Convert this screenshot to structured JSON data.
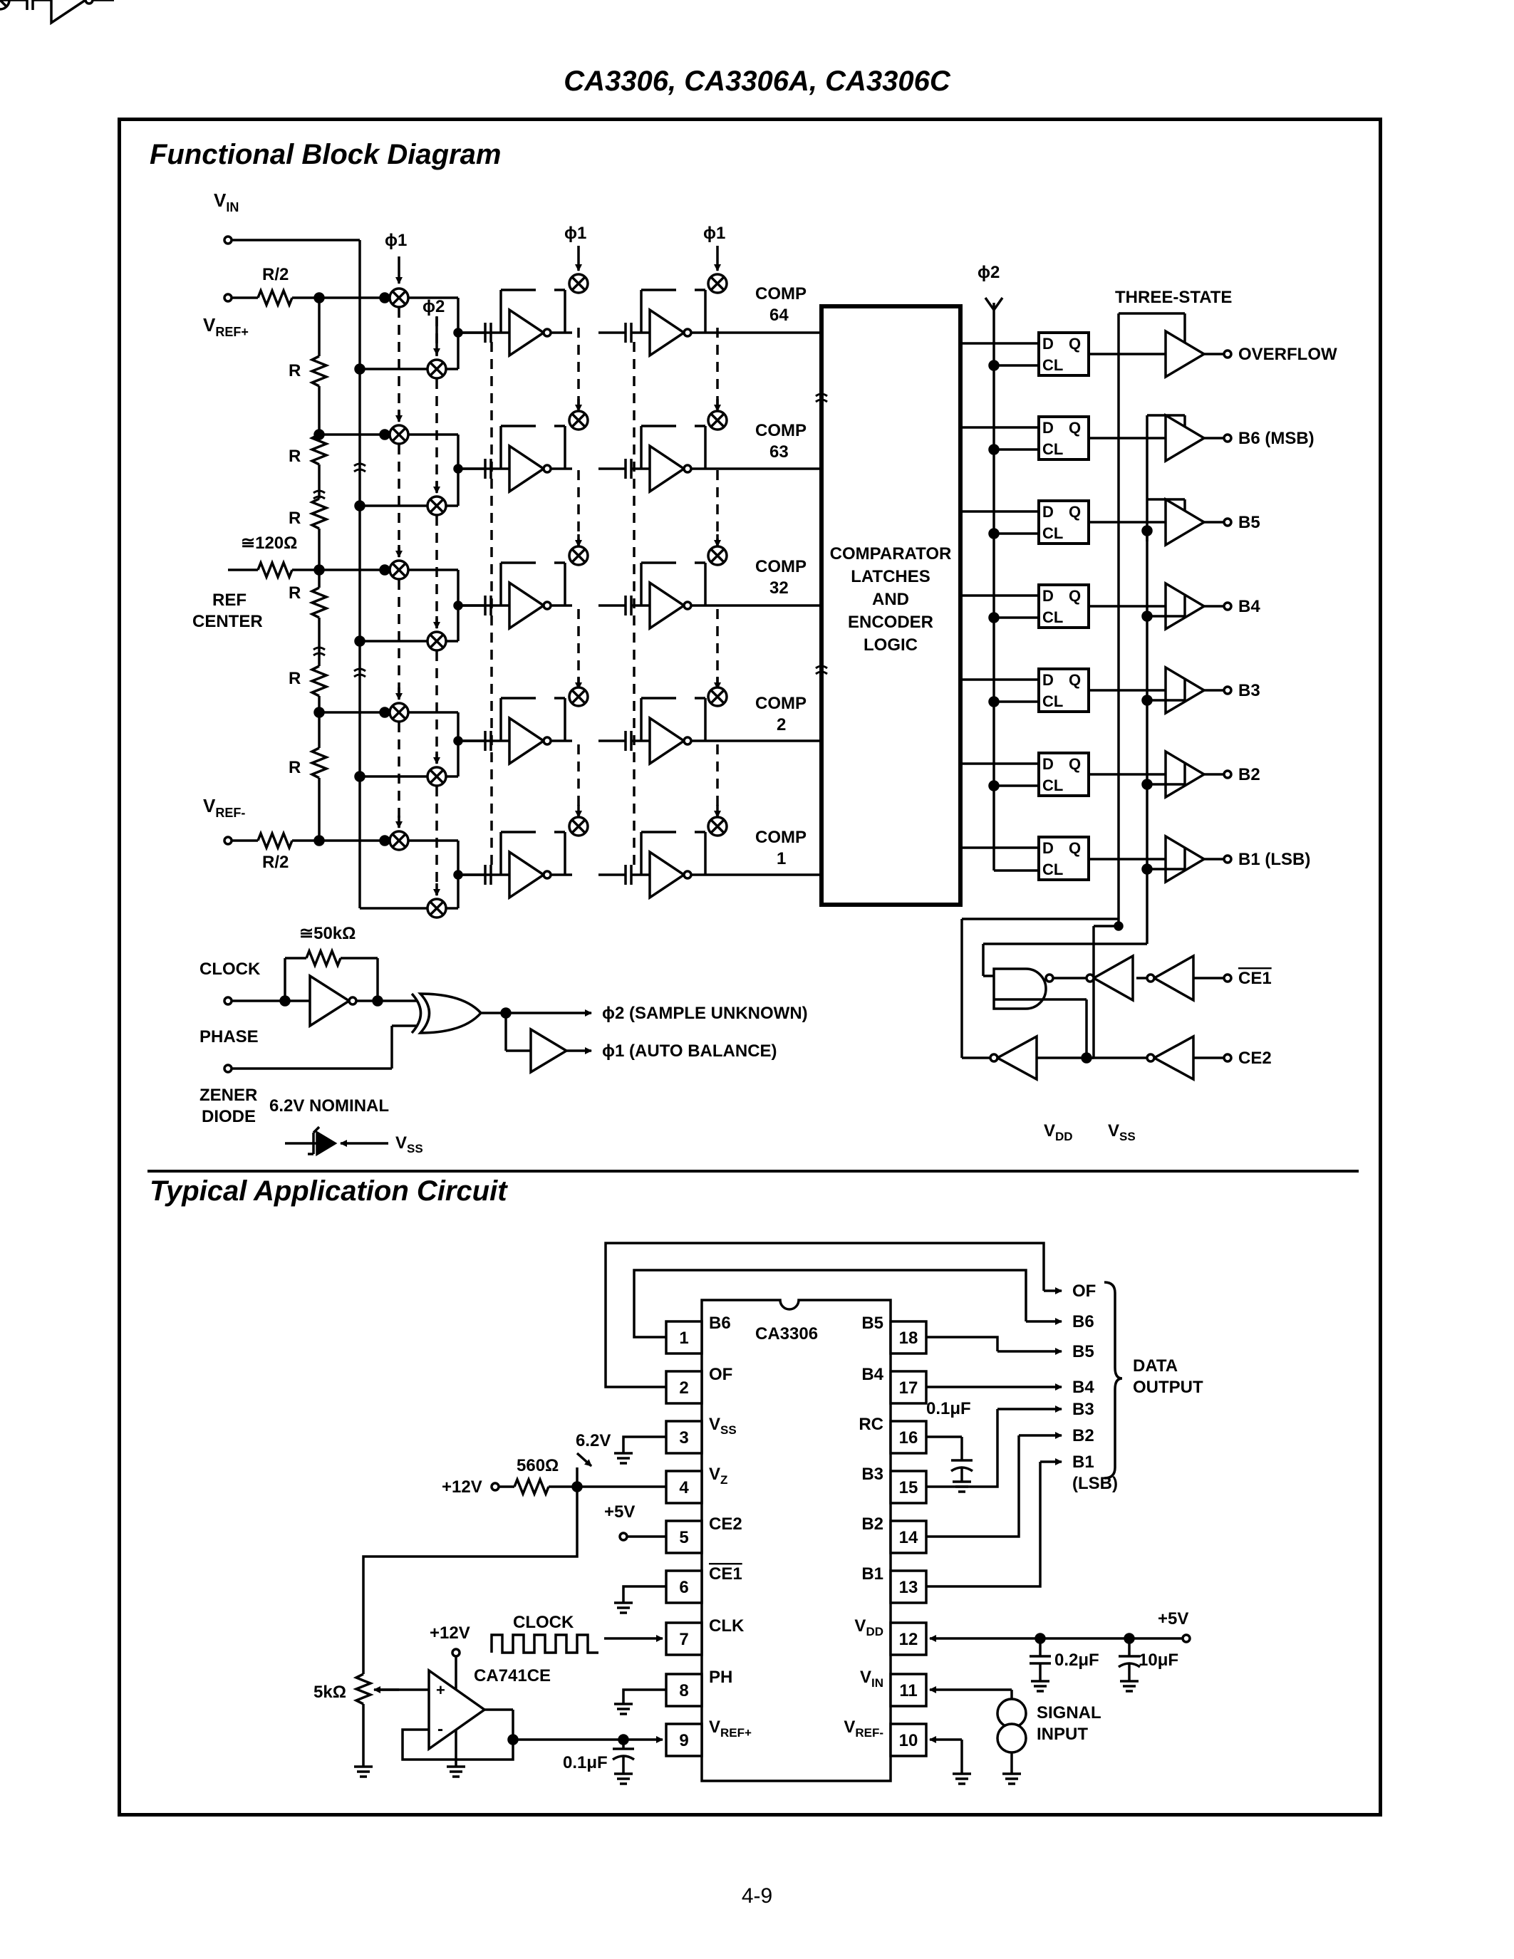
{
  "header": {
    "part_numbers": "CA3306, CA3306A, CA3306C"
  },
  "block_diagram": {
    "title": "Functional Block Diagram",
    "inputs": {
      "vin": "V",
      "vin_sub": "IN",
      "vref_plus": "V",
      "vref_plus_sub": "REF+",
      "vref_minus": "V",
      "vref_minus_sub": "REF-"
    },
    "resistors": {
      "half": "R/2",
      "r": "R",
      "center_r": "≅120Ω",
      "ref_center_1": "REF",
      "ref_center_2": "CENTER"
    },
    "phases": {
      "phi1": "ϕ1",
      "phi2": "ϕ2"
    },
    "comparators": [
      {
        "label": "COMP",
        "num": "64"
      },
      {
        "label": "COMP",
        "num": "63"
      },
      {
        "label": "COMP",
        "num": "32"
      },
      {
        "label": "COMP",
        "num": "2"
      },
      {
        "label": "COMP",
        "num": "1"
      }
    ],
    "logic_block": [
      "COMPARATOR",
      "LATCHES",
      "AND",
      "ENCODER",
      "LOGIC"
    ],
    "flipflop": {
      "d": "D",
      "q": "Q",
      "cl": "CL"
    },
    "three_state": "THREE-STATE",
    "outputs": [
      "OVERFLOW",
      "B6 (MSB)",
      "B5",
      "B4",
      "B3",
      "B2",
      "B1 (LSB)"
    ],
    "clock": {
      "resistor": "≅50kΩ",
      "clock_label": "CLOCK",
      "phase_label": "PHASE",
      "phi2_out": "ϕ2 (SAMPLE UNKNOWN)",
      "phi1_out": "ϕ1 (AUTO BALANCE)"
    },
    "enable": {
      "ce1": "CE1",
      "ce2": "CE2"
    },
    "zener": {
      "line1": "ZENER",
      "line2": "DIODE",
      "nominal": "6.2V NOMINAL",
      "vss": "V",
      "vss_sub": "SS"
    },
    "supplies": {
      "vdd": "V",
      "vdd_sub": "DD",
      "vss": "V",
      "vss_sub": "SS"
    }
  },
  "application": {
    "title": "Typical Application Circuit",
    "chip": "CA3306",
    "pins_left": [
      {
        "num": "1",
        "name": "B6",
        "sub": ""
      },
      {
        "num": "2",
        "name": "OF",
        "sub": ""
      },
      {
        "num": "3",
        "name": "V",
        "sub": "SS"
      },
      {
        "num": "4",
        "name": "V",
        "sub": "Z"
      },
      {
        "num": "5",
        "name": "CE2",
        "sub": ""
      },
      {
        "num": "6",
        "name": "CE1",
        "sub": ""
      },
      {
        "num": "7",
        "name": "CLK",
        "sub": ""
      },
      {
        "num": "8",
        "name": "PH",
        "sub": ""
      },
      {
        "num": "9",
        "name": "V",
        "sub": "REF+"
      }
    ],
    "pins_right": [
      {
        "num": "18",
        "name": "B5",
        "sub": ""
      },
      {
        "num": "17",
        "name": "B4",
        "sub": ""
      },
      {
        "num": "16",
        "name": "RC",
        "sub": ""
      },
      {
        "num": "15",
        "name": "B3",
        "sub": ""
      },
      {
        "num": "14",
        "name": "B2",
        "sub": ""
      },
      {
        "num": "13",
        "name": "B1",
        "sub": ""
      },
      {
        "num": "12",
        "name": "V",
        "sub": "DD"
      },
      {
        "num": "11",
        "name": "V",
        "sub": "IN"
      },
      {
        "num": "10",
        "name": "V",
        "sub": "REF-"
      }
    ],
    "data_outputs": [
      "OF",
      "B6",
      "B5",
      "B4",
      "B3",
      "B2",
      "B1",
      "(LSB)"
    ],
    "data_output_label_1": "DATA",
    "data_output_label_2": "OUTPUT",
    "components": {
      "zener": "6.2V",
      "r560": "560Ω",
      "plus12": "+12V",
      "plus5": "+5V",
      "clock": "CLOCK",
      "plus12_op": "+12V",
      "opamp": "CA741CE",
      "pot": "5kΩ",
      "cap_ref": "0.1μF",
      "cap_rc": "0.1μF",
      "plus5_vdd": "+5V",
      "cap_02": "0.2μF",
      "cap_10": "10μF",
      "signal_1": "SIGNAL",
      "signal_2": "INPUT",
      "op_plus": "+",
      "op_minus": "-"
    }
  },
  "footer": {
    "page": "4-9"
  }
}
